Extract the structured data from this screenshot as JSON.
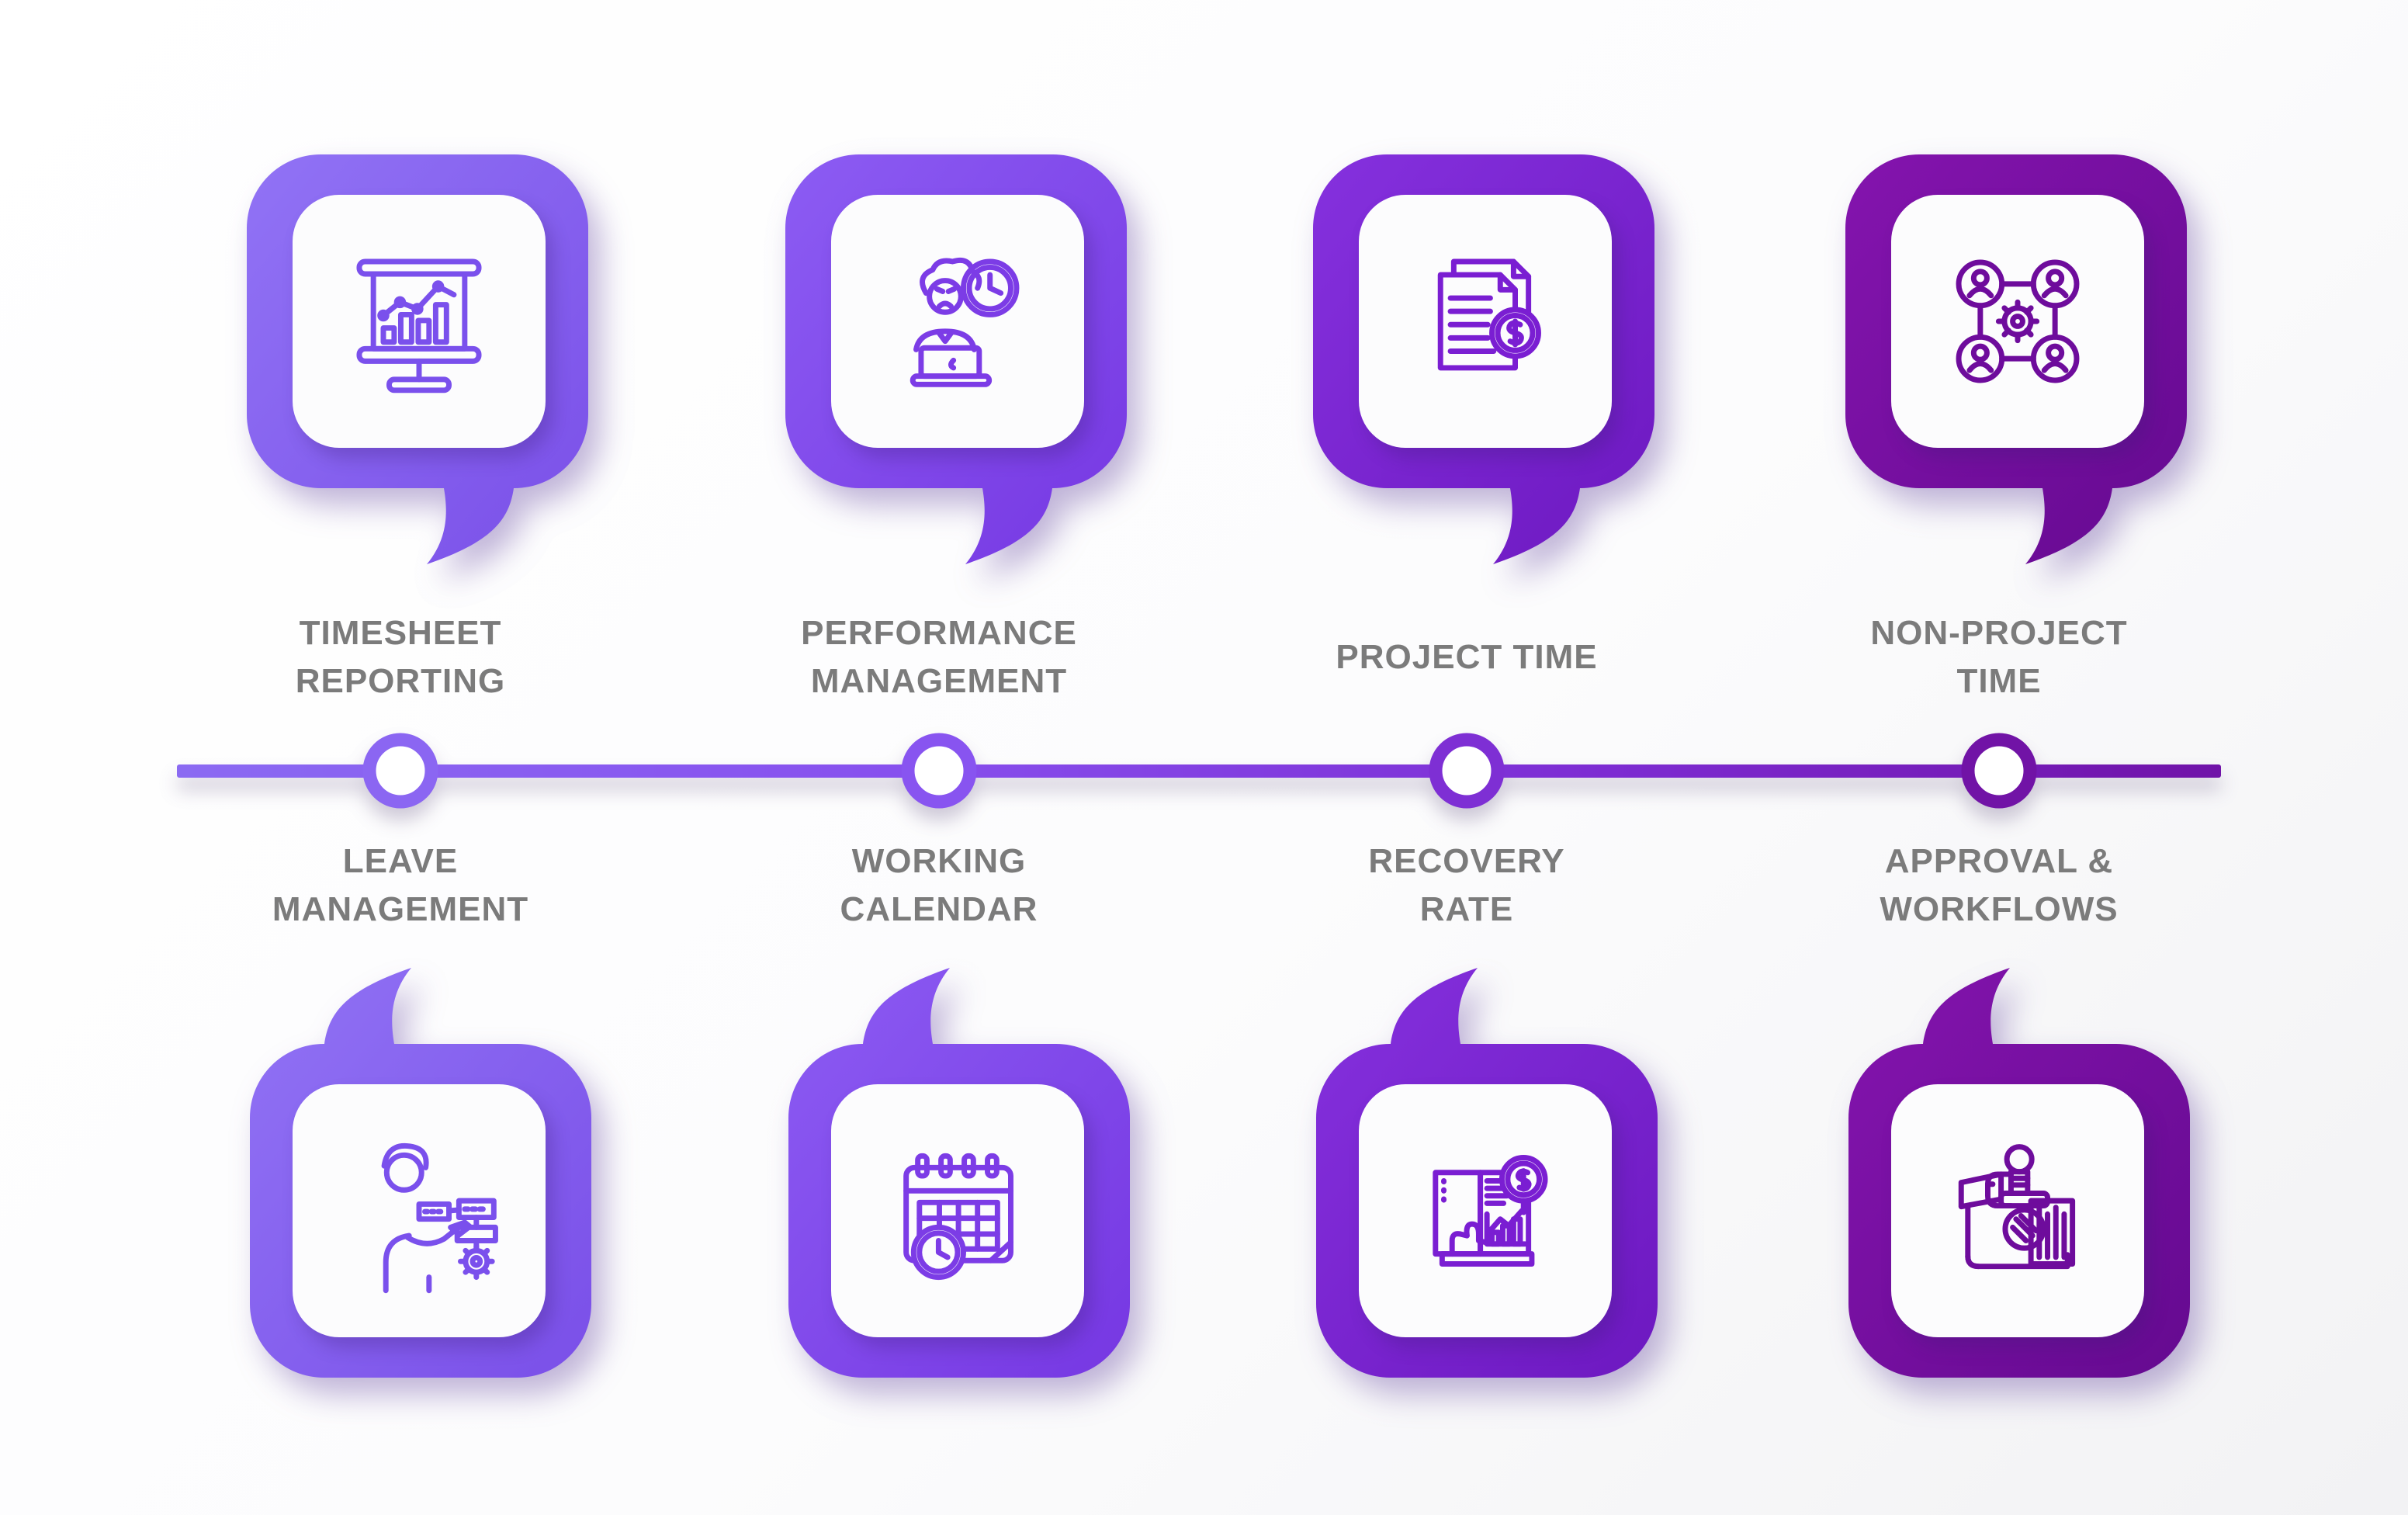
{
  "page": {
    "background": "#fcfcfd",
    "text_color": "#7b7b7b"
  },
  "timeline": {
    "line_gradient": [
      "#8b6af2",
      "#8750ee",
      "#7d2cd2",
      "#7013a8"
    ],
    "node_colors": [
      "#8b66f2",
      "#8854f0",
      "#7e2fd4",
      "#7113a6"
    ]
  },
  "columns": [
    {
      "top": {
        "lines": [
          "TIMESHEET",
          "REPORTING"
        ],
        "icon": "presentation-chart-icon",
        "bubble_gradient": [
          "#9173f5",
          "#7a4fe8"
        ],
        "icon_color": "#7a50ec"
      },
      "bottom": {
        "lines": [
          "LEAVE",
          "MANAGEMENT"
        ],
        "icon": "employee-workflow-icon",
        "bubble_gradient": [
          "#9173f5",
          "#7a4fe8"
        ],
        "icon_color": "#7a50ec"
      }
    },
    {
      "top": {
        "lines": [
          "PERFORMANCE",
          "MANAGEMENT"
        ],
        "icon": "overworked-employee-clock-icon",
        "bubble_gradient": [
          "#8c5cf3",
          "#7637e2"
        ],
        "icon_color": "#7c3ce6"
      },
      "bottom": {
        "lines": [
          "WORKING",
          "CALENDAR"
        ],
        "icon": "calendar-clock-icon",
        "bubble_gradient": [
          "#8c5cf3",
          "#7637e2"
        ],
        "icon_color": "#7c3ce6"
      }
    },
    {
      "top": {
        "lines": [
          "PROJECT TIME"
        ],
        "icon": "billing-documents-icon",
        "bubble_gradient": [
          "#8531de",
          "#6d18c0"
        ],
        "icon_color": "#7a1ed2"
      },
      "bottom": {
        "lines": [
          "RECOVERY",
          "RATE"
        ],
        "icon": "financial-report-icon",
        "bubble_gradient": [
          "#8531de",
          "#6d18c0"
        ],
        "icon_color": "#7a1ed2"
      }
    },
    {
      "top": {
        "lines": [
          "NON-PROJECT",
          "TIME"
        ],
        "icon": "team-network-gear-icon",
        "bubble_gradient": [
          "#8414ae",
          "#650a90"
        ],
        "icon_color": "#6e0c9c"
      },
      "bottom": {
        "lines": [
          "APPROVAL &",
          "WORKFLOWS"
        ],
        "icon": "approval-stamp-icon",
        "bubble_gradient": [
          "#8414ae",
          "#650a90"
        ],
        "icon_color": "#6e0c9c"
      }
    }
  ]
}
